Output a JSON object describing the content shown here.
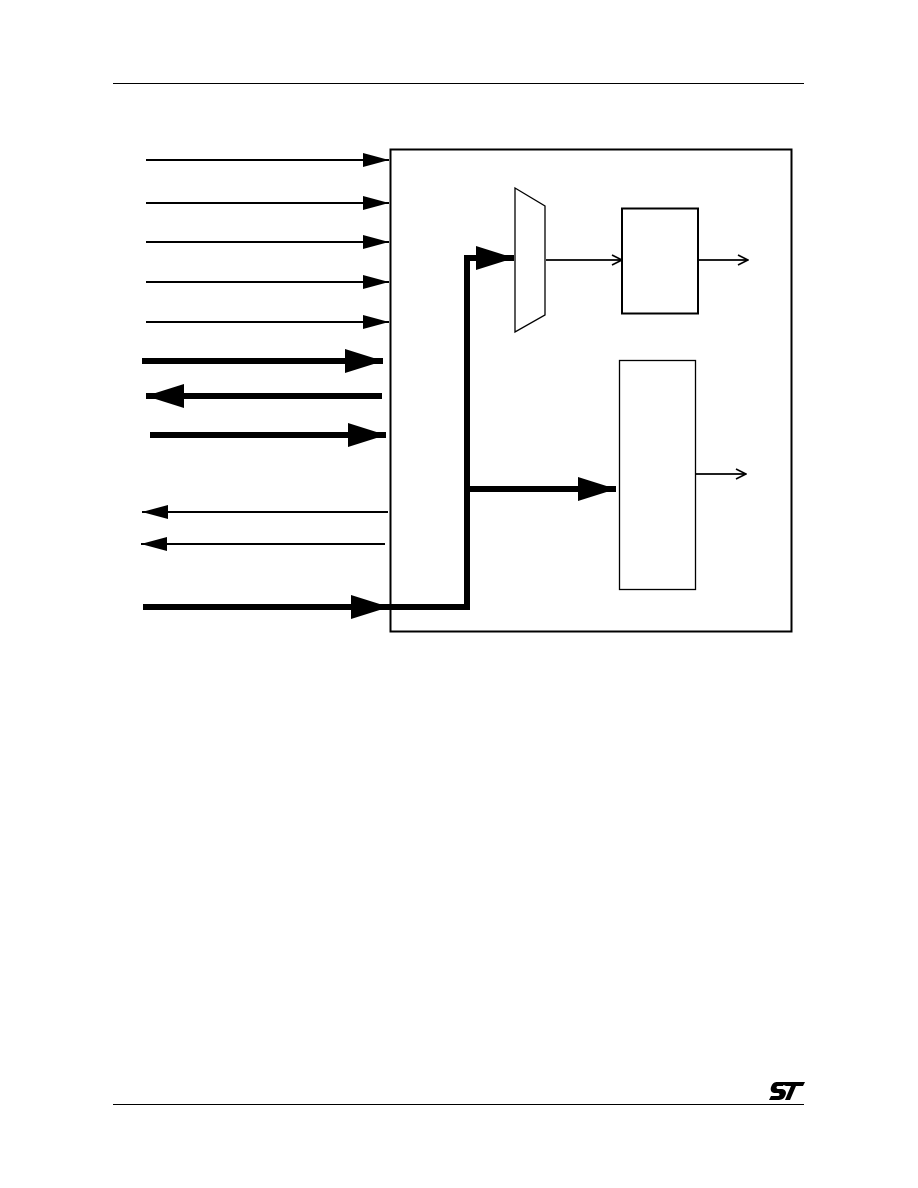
{
  "page": {
    "header_rule": true,
    "footer_rule": true
  },
  "logo": {
    "text": "ST",
    "icon": "st-logo-icon"
  },
  "diagram": {
    "stroke_color": "#000000",
    "background": "#ffffff",
    "block": "functional-block-outline",
    "elements": [
      "input-line-1",
      "input-line-2",
      "input-line-3",
      "input-line-4",
      "input-line-5",
      "input-bus-1",
      "output-bus-1",
      "input-bus-2",
      "output-line-1",
      "output-line-2",
      "input-bus-3",
      "multiplexer",
      "register-block-top",
      "register-block-bottom"
    ]
  }
}
